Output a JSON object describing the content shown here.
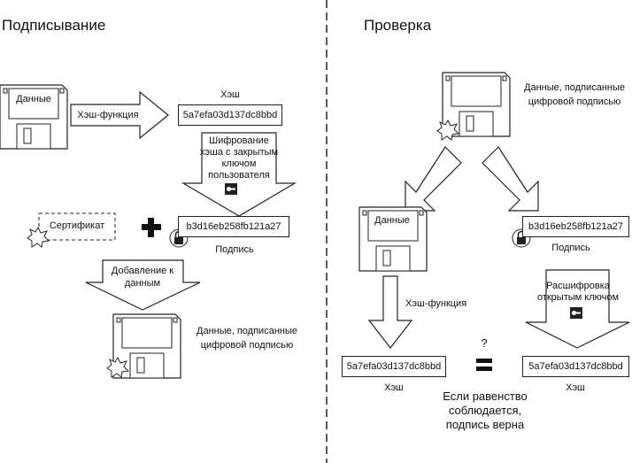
{
  "left": {
    "title": "Подписывание",
    "data_label": "Данные",
    "hash_function": "Хэш-функция",
    "hash_title": "Хэш",
    "hash_value": "5a7efa03d137dc8bbd",
    "encrypt_text": [
      "Шифрование",
      "хэша с закрытым",
      "ключом",
      "пользователя"
    ],
    "certificate": "Сертификат",
    "signature_value": "b3d16eb258fb121a27",
    "signature_label": "Подпись",
    "add_text": [
      "Добавление к",
      "данным"
    ],
    "signed_data": [
      "Данные, подписанные",
      "цифровой подписью"
    ]
  },
  "right": {
    "title": "Проверка",
    "signed_data": [
      "Данные, подписанные",
      "цифровой подписью"
    ],
    "data_label": "Данные",
    "signature_value": "b3d16eb258fb121a27",
    "signature_label": "Подпись",
    "hash_function": "Хэш-функция",
    "decrypt_text": [
      "Расшифровка",
      "открытым ключом"
    ],
    "question": "?",
    "hash_value_left": "5a7efa03d137dc8bbd",
    "hash_value_right": "5a7efa03d137dc8bbd",
    "hash_label_left": "Хэш",
    "hash_label_right": "Хэш",
    "verdict": [
      "Если равенство",
      "соблюдается,",
      "подпись верна"
    ]
  }
}
